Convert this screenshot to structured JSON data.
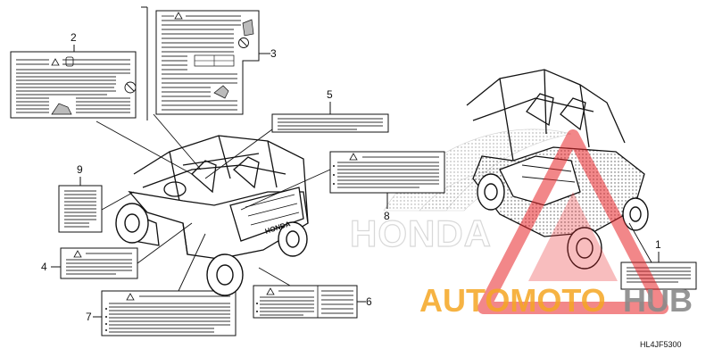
{
  "diagram": {
    "callouts": [
      "1",
      "2",
      "3",
      "4",
      "5",
      "6",
      "7",
      "8",
      "9"
    ],
    "part_code": "HL4JF5300",
    "brand_ghost": "HONDA",
    "vehicle_brand_mark": "HONDA"
  },
  "watermark": {
    "part1": "AUTOMOTO",
    "part2": "HUB",
    "color_orange": "#f5a623",
    "color_gray": "#8a8a8a",
    "color_red": "#e8262a"
  }
}
